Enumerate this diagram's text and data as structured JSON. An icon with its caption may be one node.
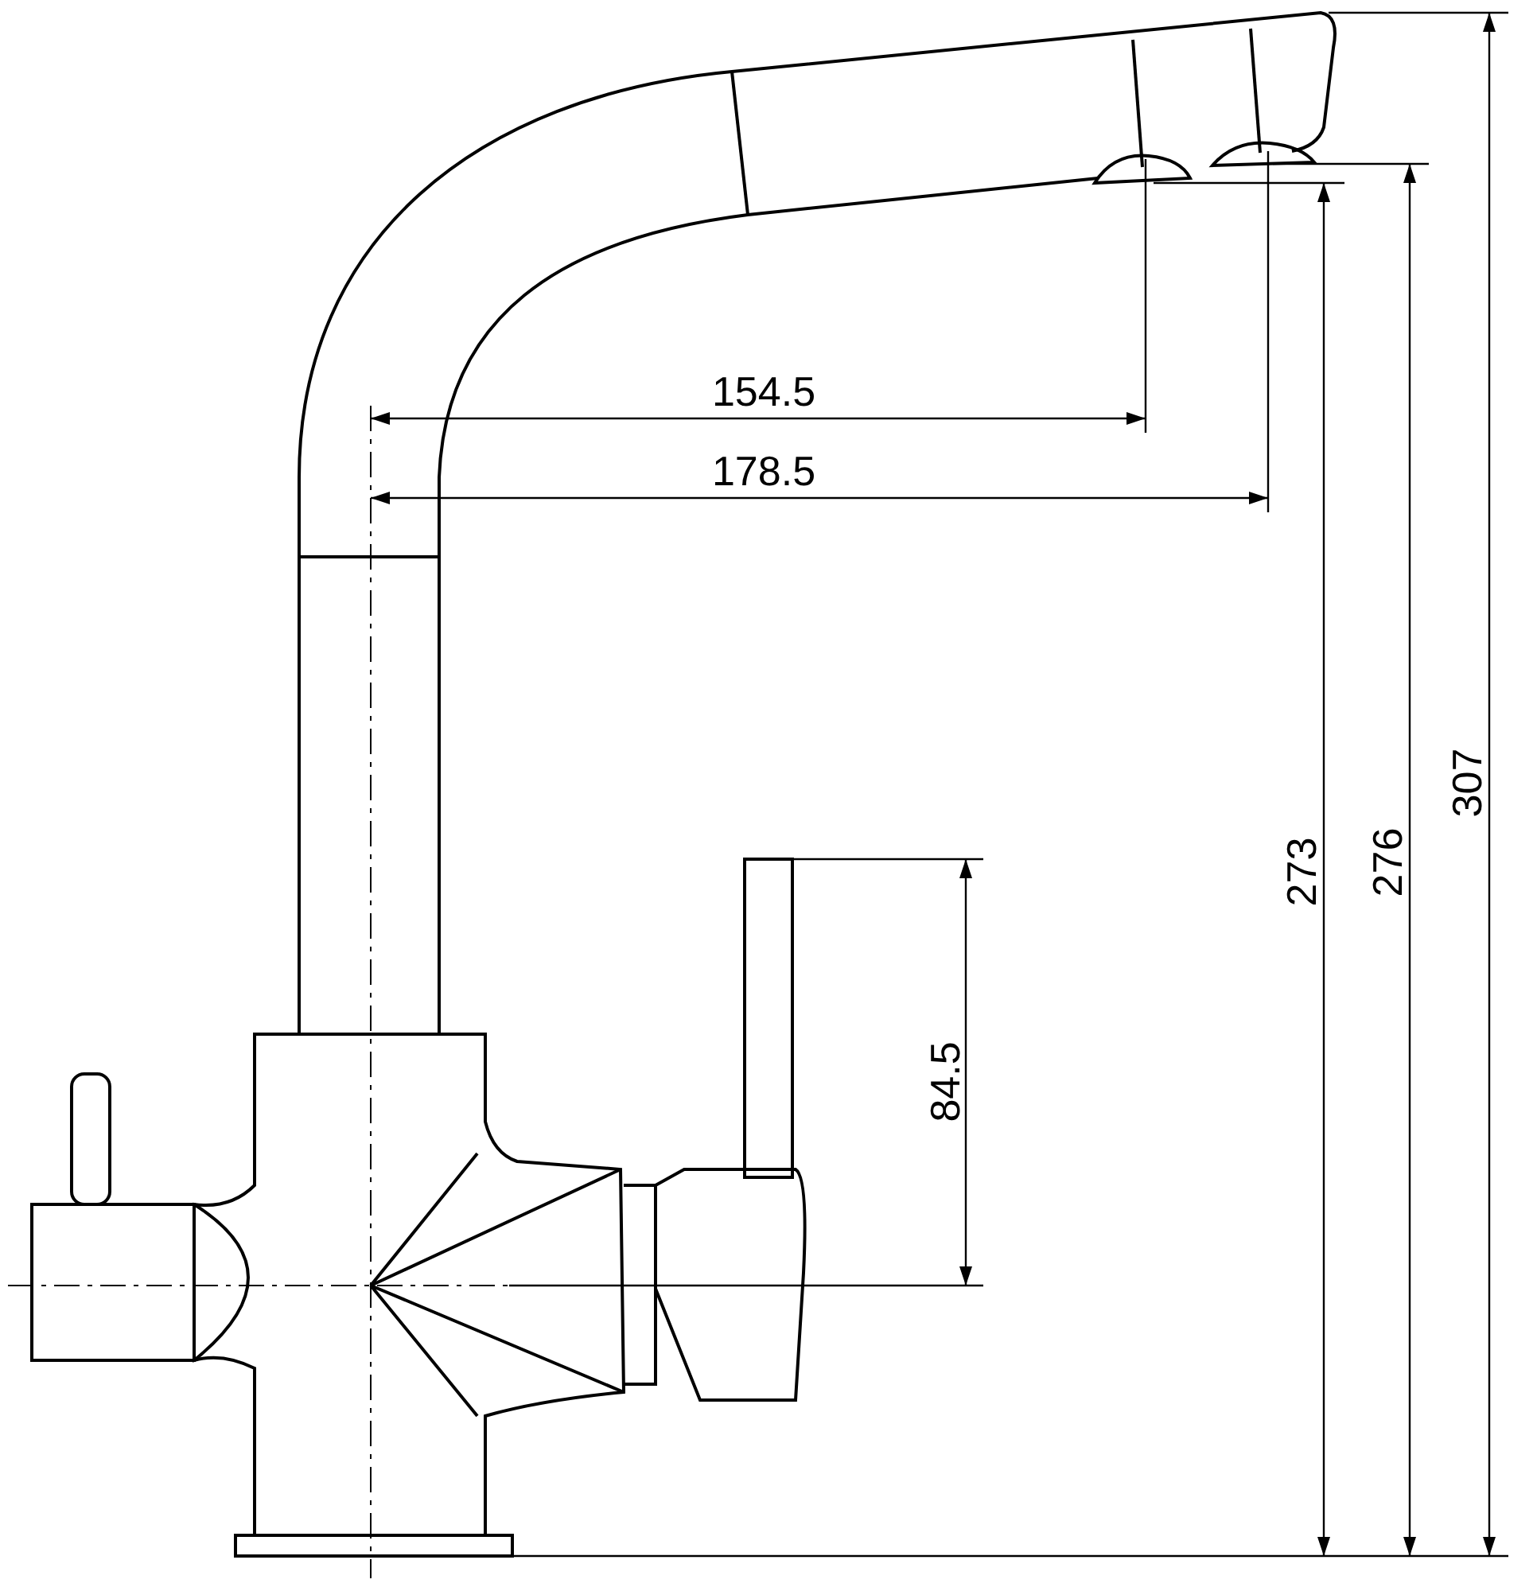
{
  "diagram": {
    "labels": [
      "154.5",
      "178.5",
      "273",
      "276",
      "307",
      "84.5"
    ]
  }
}
